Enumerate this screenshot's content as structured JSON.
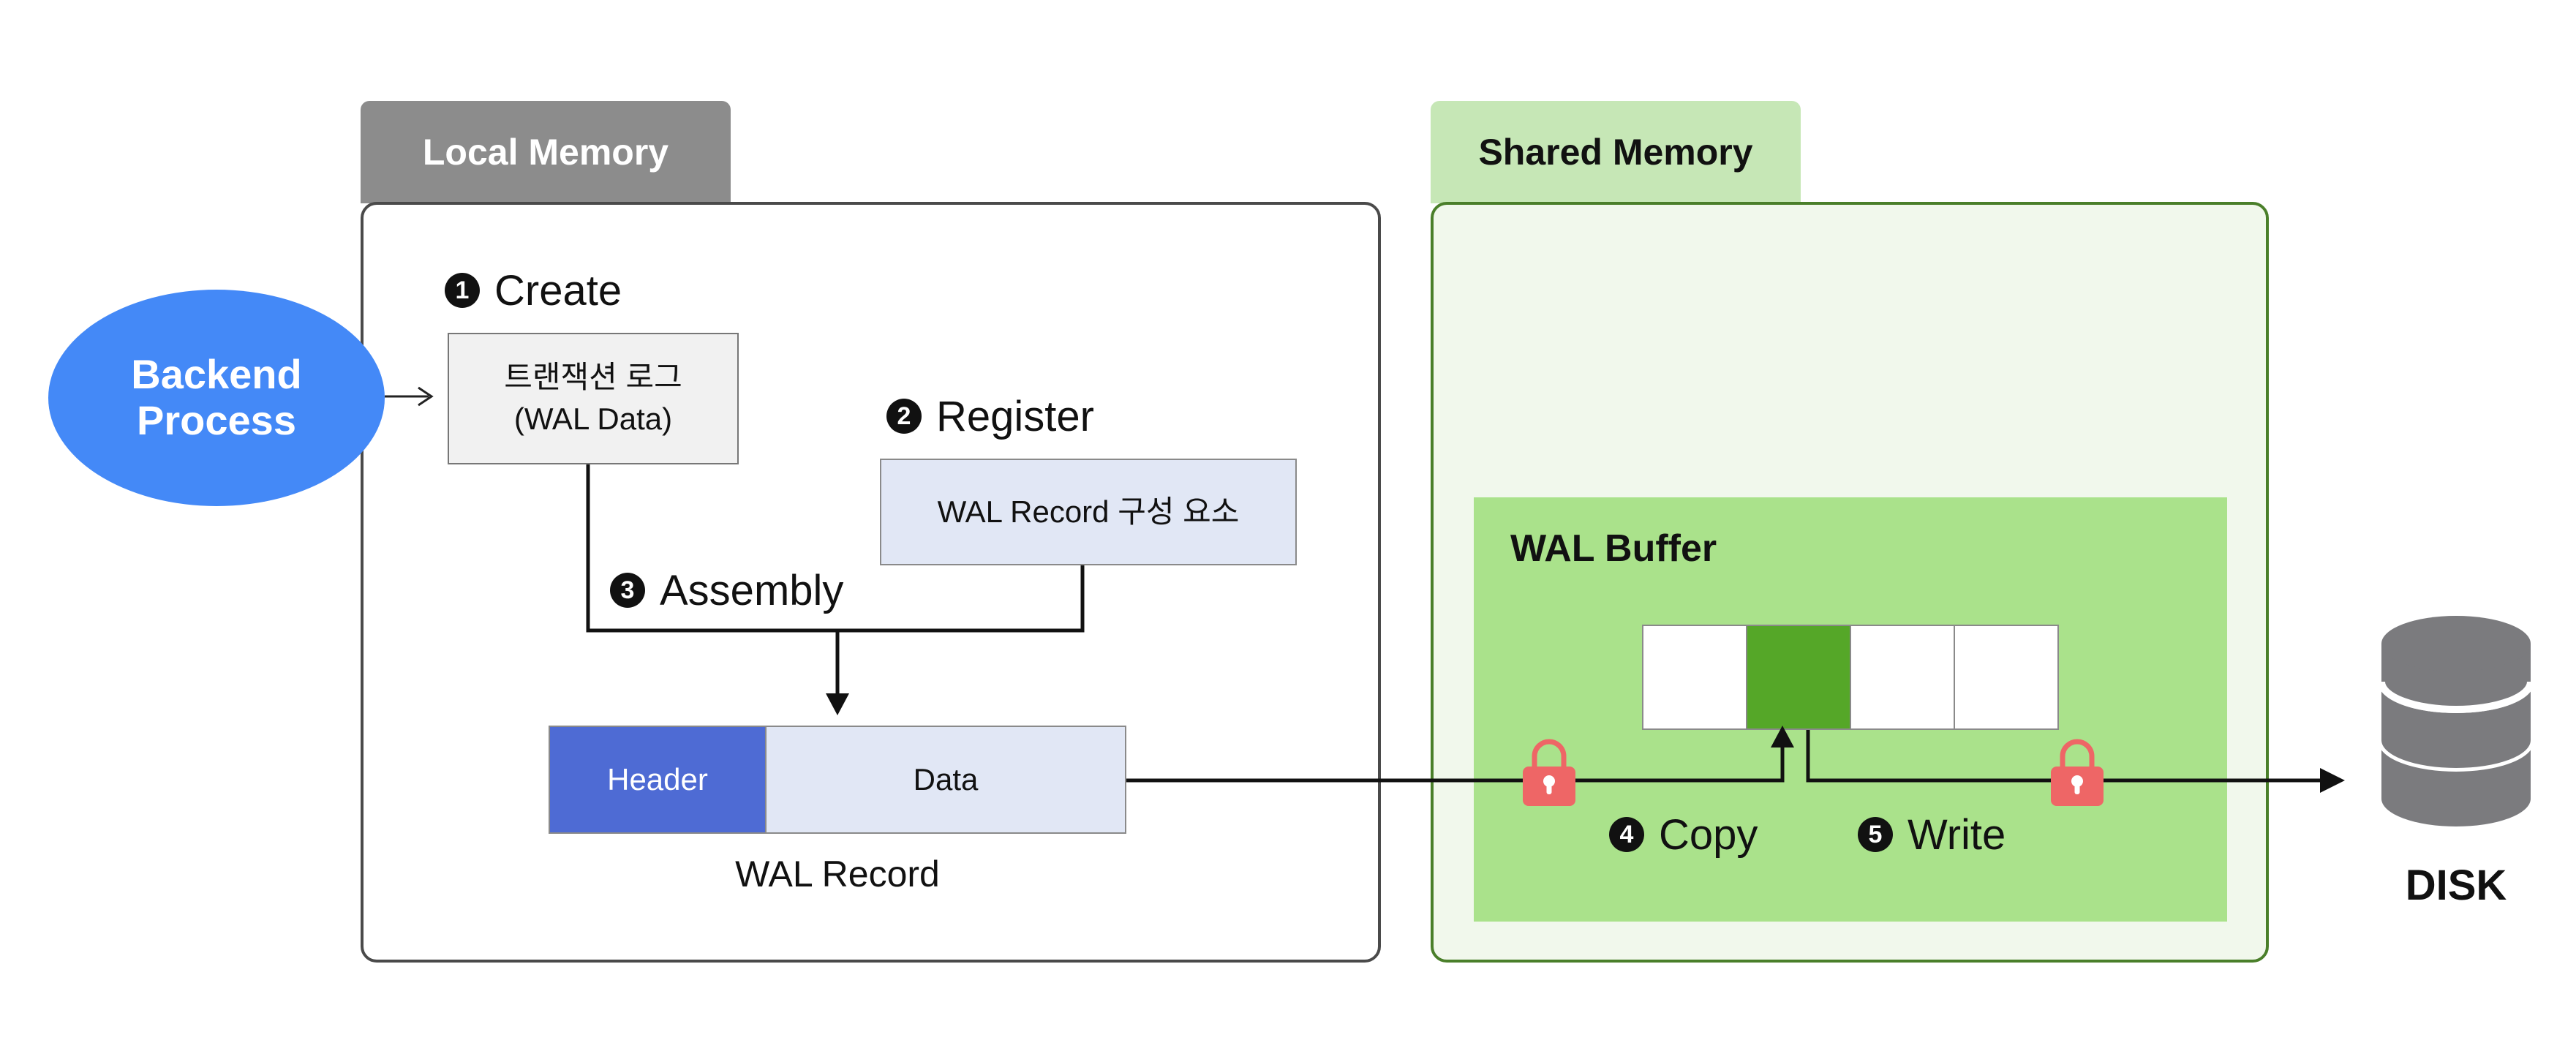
{
  "local_memory": {
    "tab_label": "Local Memory",
    "tab_color": "#8c8c8c"
  },
  "shared_memory": {
    "tab_label": "Shared Memory",
    "tab_color": "#c6e7b6",
    "panel_color": "#f1f8ec",
    "border_color": "#4a7f2a"
  },
  "backend_process": {
    "label": "Backend\nProcess",
    "color": "#4489f7"
  },
  "steps": {
    "create": {
      "number": "1",
      "label": "Create"
    },
    "register": {
      "number": "2",
      "label": "Register"
    },
    "assembly": {
      "number": "3",
      "label": "Assembly"
    },
    "copy": {
      "number": "4",
      "label": "Copy"
    },
    "write": {
      "number": "5",
      "label": "Write"
    }
  },
  "transaction_log_box": {
    "label": "트랜잭션 로그\n(WAL Data)"
  },
  "wal_record_components_box": {
    "label": "WAL Record 구성 요소",
    "color": "#e1e7f5"
  },
  "wal_record": {
    "header_label": "Header",
    "data_label": "Data",
    "caption": "WAL Record",
    "header_color": "#4e6bd4",
    "data_color": "#e1e7f5"
  },
  "wal_buffer": {
    "title": "WAL Buffer",
    "color": "#aae28b",
    "slot_filled_color": "#55a728",
    "slots_filled": [
      false,
      true,
      false,
      false
    ]
  },
  "lock_icons": {
    "color": "#ee6666",
    "names": [
      "lock-icon",
      "lock-icon"
    ]
  },
  "disk": {
    "label": "DISK",
    "color": "#7b7b7e"
  }
}
